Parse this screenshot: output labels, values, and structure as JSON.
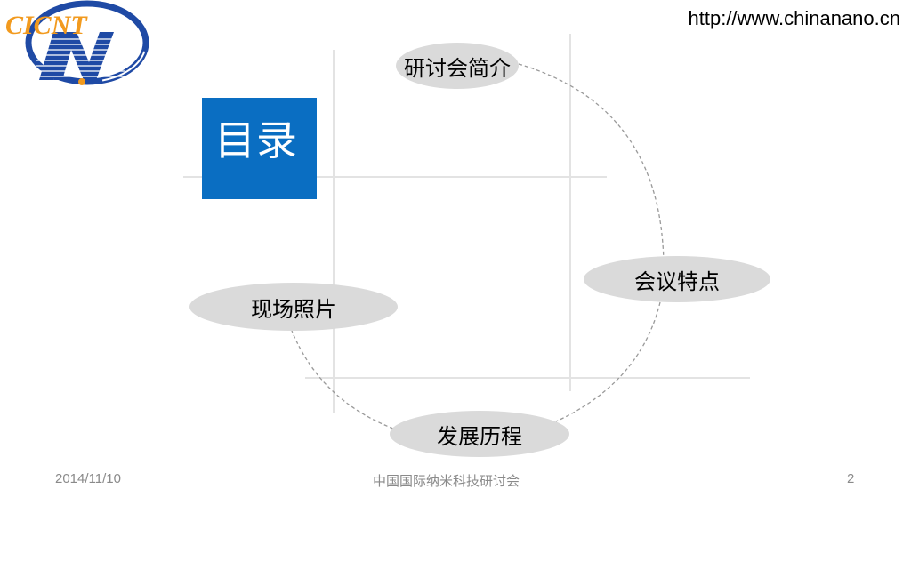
{
  "header": {
    "logo_text": "CICNT",
    "url": "http://www.chinanano.cn"
  },
  "slide": {
    "title": "目录",
    "items": [
      "研讨会简介",
      "会议特点",
      "发展历程",
      "现场照片"
    ]
  },
  "footer": {
    "date": "2014/11/10",
    "center": "中国国际纳米科技研讨会",
    "page_number": "2"
  },
  "colors": {
    "title_box": "#0a6ec2",
    "node_fill": "#dadada",
    "grid_line": "#e3e3e3",
    "logo_orange": "#f29a1e",
    "logo_blue": "#1f4aa5"
  }
}
